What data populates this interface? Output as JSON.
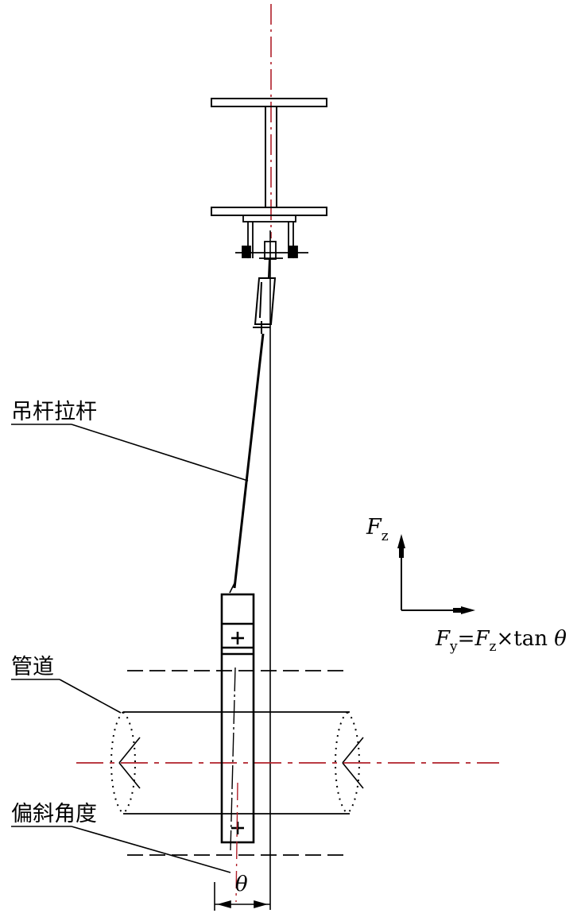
{
  "labels": {
    "rod": "吊杆拉杆",
    "pipe": "管道",
    "angle": "偏斜角度"
  },
  "symbols": {
    "theta": "θ",
    "fz_base": "F",
    "fz_sub": "z",
    "fy_base": "F",
    "fy_sub": "y",
    "fy_eq": "=",
    "fy_rhs_base": "F",
    "fy_rhs_sub": "z",
    "fy_rhs_tail": "×tan ",
    "fy_rhs_theta": "θ"
  },
  "colors": {
    "line": "#000000",
    "centerline": "#b0202a"
  }
}
